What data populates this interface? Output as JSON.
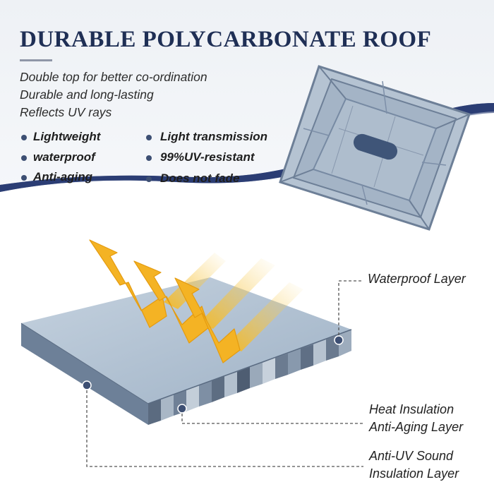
{
  "title": "DURABLE POLYCARBONATE ROOF",
  "descriptions": [
    "Double top for better co-ordination",
    "Durable and long-lasting",
    "Reflects UV rays"
  ],
  "features": [
    "Lightweight",
    "Light transmission",
    "waterproof",
    "99%UV-resistant",
    "Anti-aging",
    "Does not fade"
  ],
  "callouts": {
    "waterproof": "Waterproof Layer",
    "heat": [
      "Heat Insulation",
      "Anti-Aging Layer"
    ],
    "antiuv": [
      "Anti-UV Sound",
      "Insulation Layer"
    ]
  },
  "colors": {
    "navy": "#1f2f55",
    "wave": "#2c3e74",
    "panel": "#a7b7c9",
    "arrow": "#f4b324"
  }
}
